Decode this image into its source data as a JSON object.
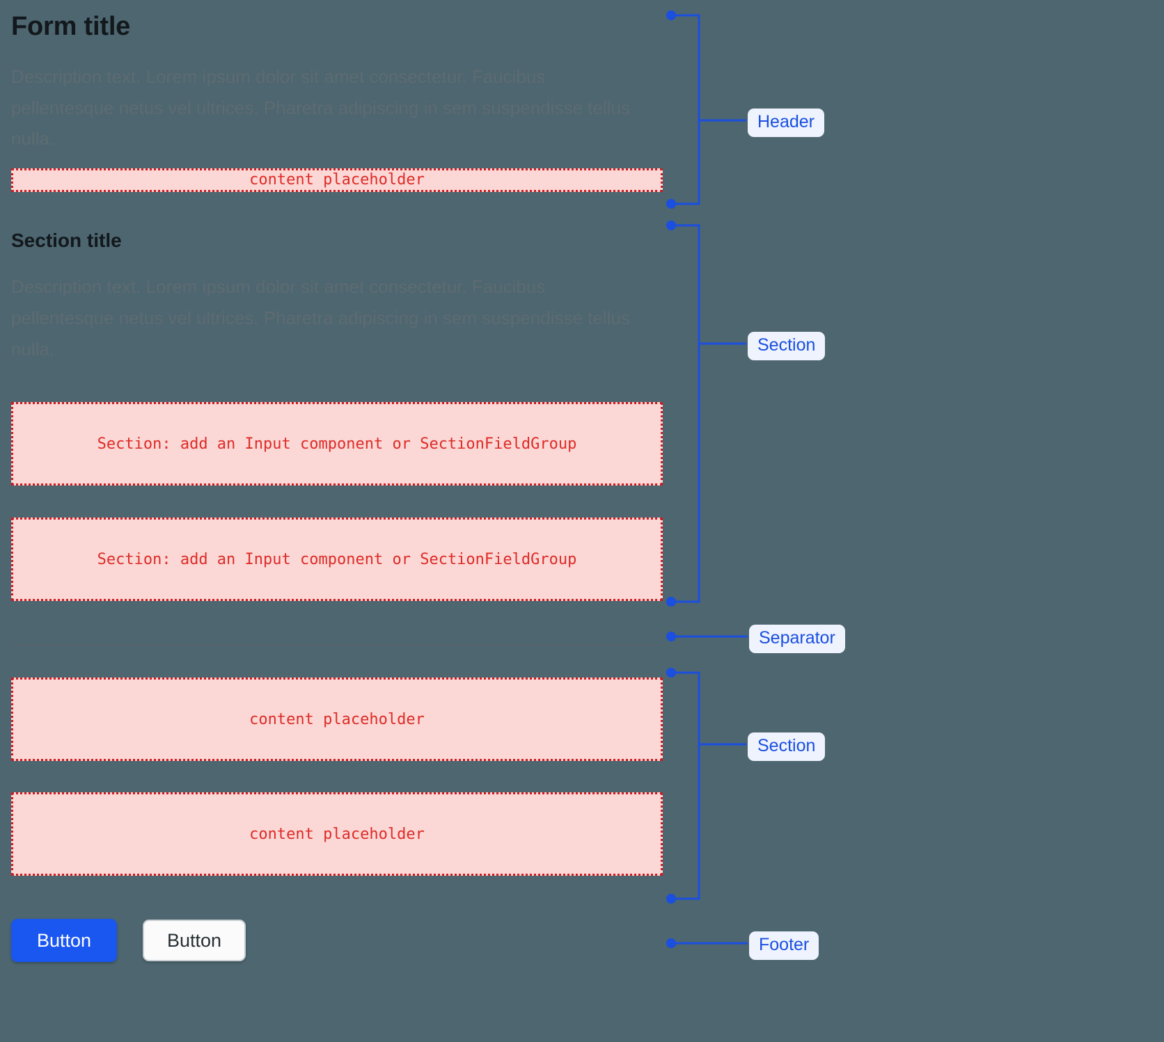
{
  "theme": {
    "background": "#4d6670",
    "title_color": "#12181c",
    "description_color": "#5e6b72",
    "placeholder_bg": "#fbd8d5",
    "placeholder_border": "#cf1b22",
    "placeholder_text": "#de2b28",
    "annotation_blue": "#1a4fe0",
    "annotation_bg": "#eef3fe",
    "primary_button_bg": "#1a56f0",
    "separator_color": "#56646b"
  },
  "form": {
    "title": "Form title",
    "description": "Description text. Lorem ipsum dolor sit amet consectetur. Faucibus pellentesque netus vel ultrices. Pharetra adipiscing in sem suspendisse tellus nulla.",
    "header_placeholder": "content placeholder",
    "section": {
      "title": "Section title",
      "description": "Description text. Lorem ipsum dolor sit amet consectetur. Faucibus pellentesque netus vel ultrices. Pharetra adipiscing in sem suspendisse tellus nulla.",
      "field_placeholder_1": "Section: add an Input component or SectionFieldGroup",
      "field_placeholder_2": "Section: add an Input component or SectionFieldGroup"
    },
    "section2": {
      "content_placeholder_1": "content placeholder",
      "content_placeholder_2": "content placeholder"
    },
    "footer": {
      "primary_button": "Button",
      "secondary_button": "Button"
    }
  },
  "annotations": [
    {
      "label": "Header"
    },
    {
      "label": "Section"
    },
    {
      "label": "Separator"
    },
    {
      "label": "Section"
    },
    {
      "label": "Footer"
    }
  ]
}
